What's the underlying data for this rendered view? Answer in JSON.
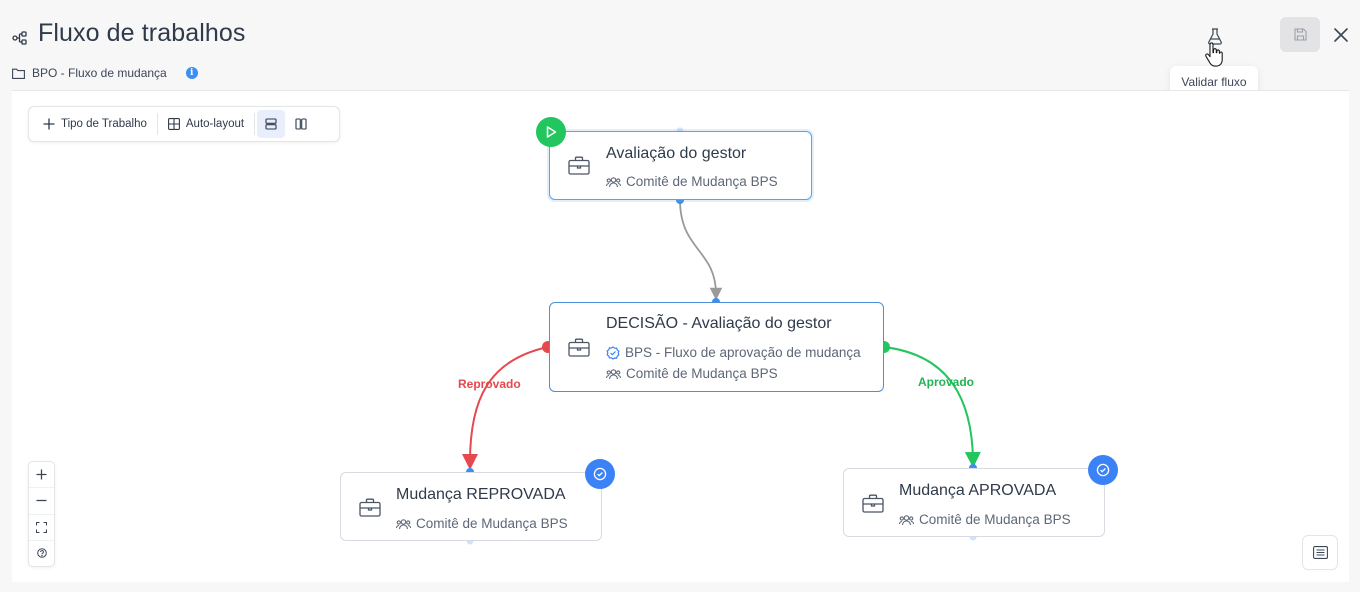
{
  "header": {
    "title": "Fluxo de trabalhos",
    "breadcrumb": "BPO - Fluxo de mudança",
    "info_icon": "info-icon",
    "tooltip": "Validar fluxo"
  },
  "toolbar": {
    "add_label": "Tipo de Trabalho",
    "autolayout_label": "Auto-layout",
    "orientation": "vertical"
  },
  "nodes": {
    "start": {
      "title": "Avaliação do gestor",
      "group": "Comitê de Mudança BPS"
    },
    "decision": {
      "title": "DECISÃO - Avaliação do gestor",
      "flow": "BPS - Fluxo de aprovação de mudança",
      "group": "Comitê de Mudança BPS"
    },
    "rejected": {
      "title": "Mudança REPROVADA",
      "group": "Comitê de Mudança BPS"
    },
    "approved": {
      "title": "Mudança APROVADA",
      "group": "Comitê de Mudança BPS"
    }
  },
  "edges": {
    "rejected_label": "Reprovado",
    "approved_label": "Aprovado"
  },
  "colors": {
    "accent_blue": "#3b82f6",
    "approve_green": "#22c55e",
    "reject_red": "#e5484d",
    "neutral_edge": "#9a9a9a"
  }
}
